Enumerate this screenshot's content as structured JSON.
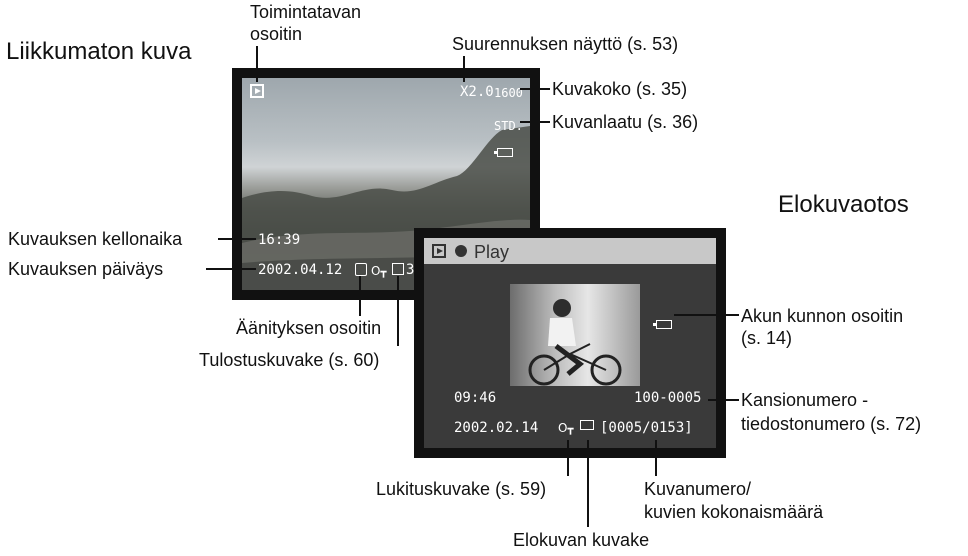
{
  "headings": {
    "still": "Liikkumaton kuva",
    "movie": "Elokuvaotos"
  },
  "still_labels": {
    "mode_indicator": [
      "Toimintatavan",
      "osoitin"
    ],
    "zoom_display": "Suurennuksen näyttö (s. 53)",
    "image_size": "Kuvakoko (s. 35)",
    "image_quality": "Kuvanlaatu (s. 36)",
    "capture_time": "Kuvauksen kellonaika",
    "capture_date": "Kuvauksen päiväys",
    "audio_indicator": "Äänityksen osoitin",
    "print_icon": "Tulostuskuvake (s. 60)"
  },
  "still_screen": {
    "zoom": "X2.0",
    "size": "1600",
    "quality": "STD.",
    "time": "16:39",
    "date": "2002.04.12",
    "print_count": "3"
  },
  "movie_labels": {
    "battery": [
      "Akun kunnon osoitin",
      "(s. 14)"
    ],
    "folder_file": [
      "Kansionumero -",
      "tiedostonumero (s. 72)"
    ],
    "lock_icon": "Lukituskuvake (s. 59)",
    "frame_count": [
      "Kuvanumero/",
      "kuvien kokonaismäärä"
    ],
    "movie_icon": "Elokuvan kuvake"
  },
  "movie_screen": {
    "play": "Play",
    "time": "09:46",
    "folder_file": "100-0005",
    "date": "2002.02.14",
    "frame": "[0005/0153]"
  }
}
